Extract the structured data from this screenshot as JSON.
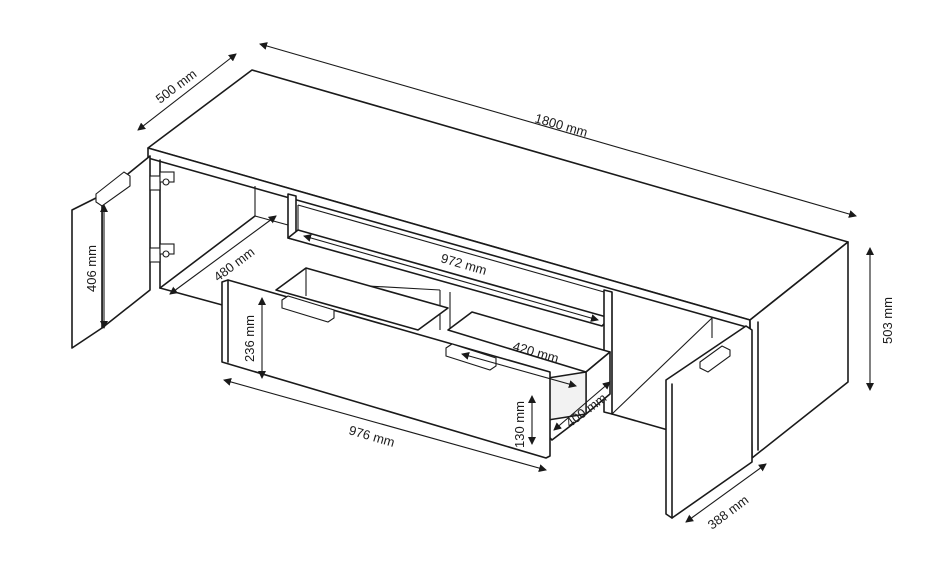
{
  "dimensions": {
    "width_total": "1800 mm",
    "depth_total": "500 mm",
    "height_total": "503 mm",
    "door_height": "406 mm",
    "inner_depth": "480 mm",
    "shelf_width": "972 mm",
    "drawer_front_height": "236 mm",
    "drawer_front_width": "976 mm",
    "drawer_inner_width": "420 mm",
    "drawer_inner_depth": "400 mm",
    "drawer_inner_height": "130 mm",
    "door_width": "388 mm"
  }
}
